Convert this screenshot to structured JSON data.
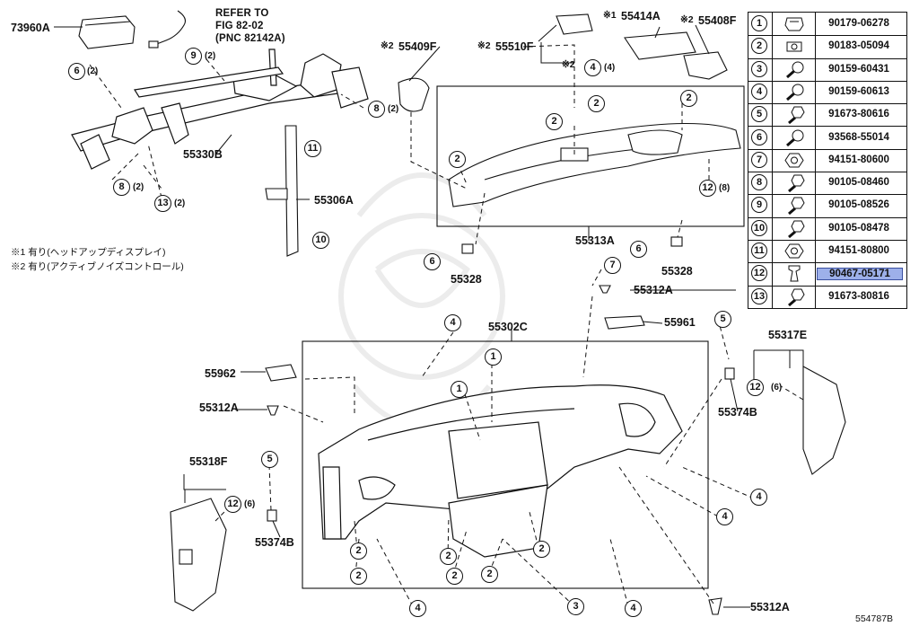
{
  "diagram": {
    "part_labels": {
      "p73960A": "73960A",
      "p55330B": "55330B",
      "p55306A": "55306A",
      "p55409F": "55409F",
      "p55510F": "55510F",
      "p55414A": "55414A",
      "p55408F": "55408F",
      "p55313A": "55313A",
      "p55328_left": "55328",
      "p55328_right": "55328",
      "p55312A_top": "55312A",
      "p55961": "55961",
      "p55302C": "55302C",
      "p55962": "55962",
      "p55312A_left": "55312A",
      "p55318F": "55318F",
      "p55374B_left": "55374B",
      "p55317E": "55317E",
      "p55374B_right": "55374B",
      "p55312A_bottom": "55312A"
    },
    "mark_note1": "※1",
    "mark_note2": "※2",
    "refer_to": [
      "REFER TO",
      "FIG 82-02",
      "(PNC 82142A)"
    ],
    "notes": [
      "※1 有り(ヘッドアップディスプレイ)",
      "※2 有り(アクティブノイズコントロール)"
    ],
    "qty": {
      "q6_2": "(2)",
      "q9_2": "(2)",
      "q8_2a": "(2)",
      "q8_2b": "(2)",
      "q13_2": "(2)",
      "q4_4": "(4)",
      "q12_8": "(8)",
      "q12_6a": "(6)",
      "q12_6b": "(6)"
    },
    "callouts": [
      "1",
      "2",
      "3",
      "4",
      "5",
      "6",
      "7",
      "8",
      "9",
      "10",
      "11",
      "12",
      "13"
    ],
    "figure_id": "554787B"
  },
  "legend": [
    {
      "num": "1",
      "part": "90179-06278",
      "icon": "clip-nut-icon"
    },
    {
      "num": "2",
      "part": "90183-05094",
      "icon": "u-nut-icon"
    },
    {
      "num": "3",
      "part": "90159-60431",
      "icon": "screw-icon"
    },
    {
      "num": "4",
      "part": "90159-60613",
      "icon": "screw-icon"
    },
    {
      "num": "5",
      "part": "91673-80616",
      "icon": "bolt-icon"
    },
    {
      "num": "6",
      "part": "93568-55014",
      "icon": "screw-icon"
    },
    {
      "num": "7",
      "part": "94151-80600",
      "icon": "nut-icon"
    },
    {
      "num": "8",
      "part": "90105-08460",
      "icon": "bolt-icon"
    },
    {
      "num": "9",
      "part": "90105-08526",
      "icon": "bolt-icon"
    },
    {
      "num": "10",
      "part": "90105-08478",
      "icon": "bolt-icon"
    },
    {
      "num": "11",
      "part": "94151-80800",
      "icon": "nut-icon"
    },
    {
      "num": "12",
      "part": "90467-05171",
      "icon": "clip-icon",
      "highlighted": true
    },
    {
      "num": "13",
      "part": "91673-80816",
      "icon": "bolt-icon"
    }
  ],
  "colors": {
    "line": "#111111",
    "highlight": "#9db0ea",
    "watermark": "#ececec"
  }
}
